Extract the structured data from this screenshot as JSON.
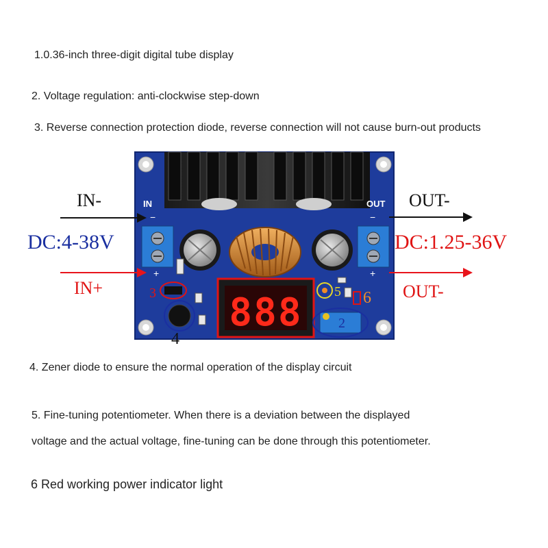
{
  "notes": {
    "n1": "1.0.36-inch three-digit digital tube display",
    "n2": "2. Voltage regulation: anti-clockwise step-down",
    "n3": "3. Reverse connection protection diode, reverse connection will not cause burn-out products",
    "n4": "4. Zener diode to ensure the normal operation of the display circuit",
    "n5_line1": "5. Fine-tuning potentiometer. When there is a deviation between the displayed",
    "n5_line2": "voltage and the actual voltage, fine-tuning can be done through this potentiometer.",
    "n6": "6 Red working power indicator light"
  },
  "labels": {
    "in_minus": "IN-",
    "dc_in": "DC:4-38V",
    "in_plus": "IN+",
    "out_minus_top": "OUT-",
    "dc_out": "DC:1.25-36V",
    "out_minus_bottom": "OUT-"
  },
  "board": {
    "silk_in": "IN",
    "silk_out": "OUT",
    "silk_minus": "−",
    "silk_plus": "+",
    "display_digits": "888",
    "marker_2": "2",
    "marker_3": "3",
    "marker_4": "4",
    "marker_5": "5",
    "marker_6": "6"
  },
  "colors": {
    "board_blue": "#1e3c9c",
    "arrow_red": "#e8141b",
    "display_red": "#e8141b",
    "annot_navy": "#1a2fa0",
    "marker_orange": "#f08c28",
    "marker_yellow": "#e8d628"
  }
}
